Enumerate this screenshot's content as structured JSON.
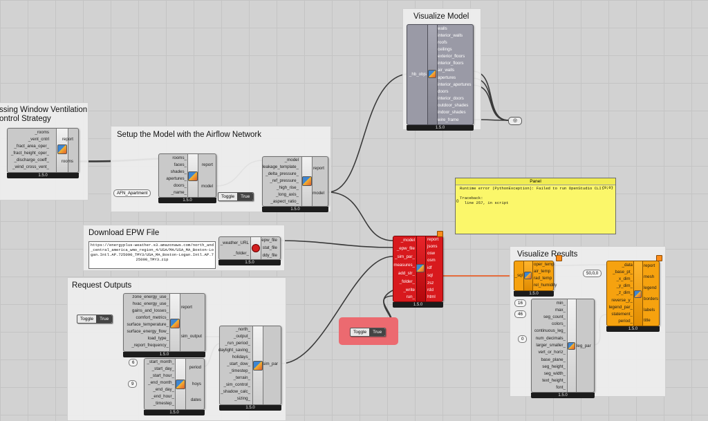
{
  "groups": {
    "window_vent": {
      "title_line1": "ssing Window Ventilation",
      "title_line2": "ontrol Strategy"
    },
    "setup_model": {
      "title": "Setup the Model with the Airflow Network"
    },
    "download_epw": {
      "title": "Download EPW File"
    },
    "request_outputs": {
      "title": "Request Outputs"
    },
    "visualize_model": {
      "title": "Visualize Model"
    },
    "visualize_results": {
      "title": "Visualize Results"
    }
  },
  "version": "1.5.0",
  "components": {
    "vent_control": {
      "inputs": [
        "_rooms",
        "_vent_cntrl",
        "_fract_area_oper_",
        "_fract_height_oper_",
        "_discharge_coeff_",
        "_wind_cross_vent_"
      ],
      "outputs": [
        "report",
        "rooms"
      ]
    },
    "room_from_solid": {
      "inputs": [
        "rooms_",
        "faces_",
        "shades_",
        "apertures_",
        "doors_",
        "_name_"
      ],
      "outputs": [
        "report",
        "model"
      ]
    },
    "afn_model": {
      "inputs": [
        "_model",
        "leakage_template_",
        "_delta_pressure_",
        "_ref_pressure_",
        "_high_rise_",
        "_long_axis_",
        "_aspect_ratio_"
      ],
      "outputs": [
        "report",
        "model"
      ]
    },
    "download_weather": {
      "inputs": [
        "_weather_URL",
        "_folder_"
      ],
      "outputs": [
        "epw_file",
        "stat_file",
        "ddy_file"
      ]
    },
    "sim_output": {
      "inputs": [
        "zone_energy_use_",
        "hvac_energy_use_",
        "gains_and_losses_",
        "comfort_metrics_",
        "surface_temperature_",
        "surface_energy_flow_",
        "load_type_",
        "_report_frequency_"
      ],
      "outputs": [
        "report",
        "sim_output"
      ]
    },
    "run_period": {
      "inputs": [
        "_start_month_",
        "_start_day_",
        "_start_hour_",
        "_end_month_",
        "_end_day_",
        "_end_hour_",
        "_timestep_"
      ],
      "outputs": [
        "period",
        "hoys",
        "dates"
      ]
    },
    "sim_par": {
      "inputs": [
        "_north_",
        "_output_",
        "_run_period_",
        "daylight_saving_",
        "holidays_",
        "_start_dow_",
        "_timestep_",
        "_terrain_",
        "_sim_control_",
        "_shadow_calc_",
        "_sizing_"
      ],
      "outputs": [
        "sim_par"
      ]
    },
    "run_simulation": {
      "inputs": [
        "_model",
        "_epw_file",
        "_sim_par_",
        "measures_",
        "add_str_",
        "_folder_",
        "_write",
        "run_"
      ],
      "outputs": [
        "report",
        "jsons",
        "osw",
        "osm",
        "idf",
        "sql",
        "zsz",
        "rdd",
        "html"
      ]
    },
    "visualize_model": {
      "inputs": [
        "_hb_objs"
      ],
      "outputs": [
        "walls",
        "interior_walls",
        "roofs",
        "ceilings",
        "exterior_floors",
        "interior_floors",
        "air_walls",
        "apertures",
        "interior_apertures",
        "doors",
        "interior_doors",
        "outdoor_shades",
        "indoor_shades",
        "wire_frame"
      ]
    },
    "read_results": {
      "inputs": [
        "_sql"
      ],
      "outputs": [
        "oper_temp",
        "air_temp",
        "rad_temp",
        "rel_humidity"
      ]
    },
    "legend_par": {
      "inputs": [
        "min_",
        "max_",
        "seg_count_",
        "colors_",
        "continuous_leg_",
        "num_decimals_",
        "larger_smaller_",
        "vert_or_horiz_",
        "base_plane_",
        "seg_height_",
        "seg_width_",
        "text_height_",
        "font_"
      ],
      "outputs": [
        "leg_par"
      ]
    },
    "recolor_mesh": {
      "inputs": [
        "_data",
        "_base_pt_",
        "_x_dim_",
        "_y_dim_",
        "_z_dim_",
        "reverse_y_",
        "legend_par_",
        "statement_",
        "period_"
      ],
      "outputs": [
        "report",
        "mesh",
        "legend",
        "borders",
        "labels",
        "title"
      ]
    }
  },
  "params": {
    "afn_name": "AFN_Apartment",
    "start_month": "6",
    "end_month": "9",
    "num_16": "16",
    "num_46": "46",
    "num_0": "0",
    "base_pt": "50,0,0"
  },
  "toggles": {
    "afn_toggle": {
      "label": "Toggle",
      "value": "True"
    },
    "outputs_toggle": {
      "label": "Toggle",
      "value": "True"
    },
    "run_toggle": {
      "label": "Toggle",
      "value": "True"
    }
  },
  "panels": {
    "epw_url": "https://energyplus-weather.s3.amazonaws.com/north_and_central_america_wmo_region_4/USA/MA/USA_MA_Boston-Logan.Intl.AP.725090_TMY3/USA_MA_Boston-Logan.Intl.AP.725090_TMY3.zip",
    "error_panel": {
      "title": "Panel",
      "index": "{0;0}",
      "row": "0",
      "text": "Runtime error (PythonException): Failed to run OpenStudio CLI:\n\nTraceback:\n  line 257, in script"
    }
  },
  "colors": {
    "canvas": "#d2d2d2",
    "run_component": "#d8191d",
    "results_component": "#f6a20f",
    "panel": "#fbf76a",
    "wire_error": "#e8602a"
  }
}
